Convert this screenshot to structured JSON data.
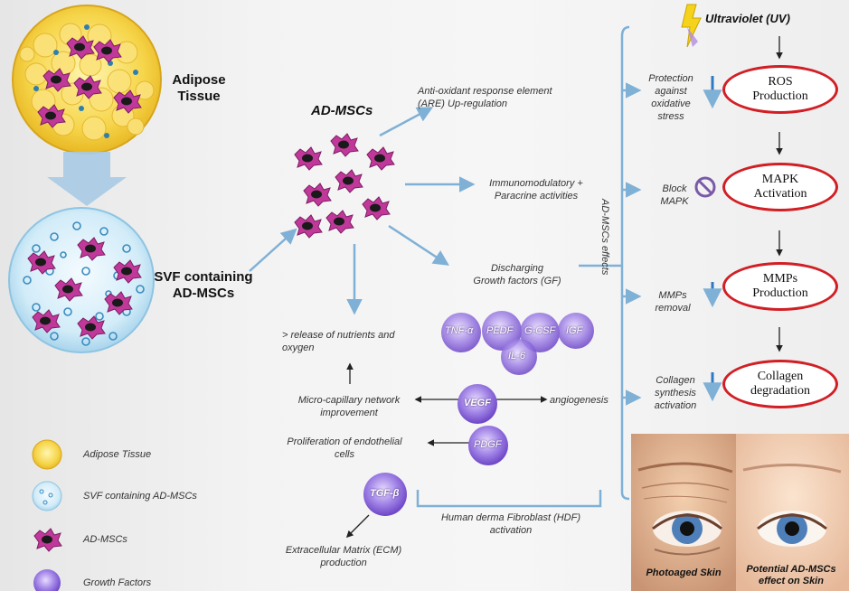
{
  "tissue": {
    "adipose": "Adipose\nTissue",
    "svf": "SVF containing\nAD-MSCs",
    "ad_mscs_title": "AD-MSCs"
  },
  "effects": {
    "are": "Anti-oxidant response element\n(ARE) Up-regulation",
    "immuno": "Immunomodulatory +\nParacrine activities",
    "gf_discharge": "Discharging\nGrowth factors (GF)",
    "nutrients": "> release of nutrients and\noxygen",
    "micro": "Micro-capillary network\nimprovement",
    "angio": "angiogenesis",
    "prolif": "Proliferation of endothelial\ncells",
    "hdf": "Human derma Fibroblast (HDF)\nactivation",
    "ecm": "Extracellular Matrix (ECM)\nproduction"
  },
  "growth_factors": {
    "tnf": "TNF-α",
    "pedf": "PEDF",
    "gcsf": "G-CSF",
    "igf": "IGF",
    "il6": "IL-6",
    "vegf": "VEGF",
    "pdgf": "PDGF",
    "tgf": "TGF-β"
  },
  "uv_pathway": {
    "uv_label": "Ultraviolet (UV)",
    "side_label": "AD-MSCs effects",
    "steps": [
      {
        "effect": "Protection\nagainst\noxidative\nstress",
        "target": "ROS\nProduction"
      },
      {
        "effect": "Block\nMAPK",
        "target": "MAPK\nActivation"
      },
      {
        "effect": "MMPs\nremoval",
        "target": "MMPs\nProduction"
      },
      {
        "effect": "Collagen\nsynthesis\nactivation",
        "target": "Collagen\ndegradation"
      }
    ]
  },
  "photos": {
    "left_caption": "Photoaged Skin",
    "right_caption": "Potential AD-MSCs\neffect on Skin"
  },
  "legend": {
    "items": [
      {
        "label": "Adipose Tissue",
        "icon": "adipose-icon"
      },
      {
        "label": "SVF containing AD-MSCs",
        "icon": "svf-icon"
      },
      {
        "label": "AD-MSCs",
        "icon": "msc-icon"
      },
      {
        "label": "Growth Factors",
        "icon": "growth-factor-icon"
      }
    ]
  },
  "colors": {
    "arrow_blue": "#7fb0d6",
    "oval_red": "#d11f25",
    "cell_magenta": "#c0399a",
    "gf_purple": "#8a63d2"
  }
}
